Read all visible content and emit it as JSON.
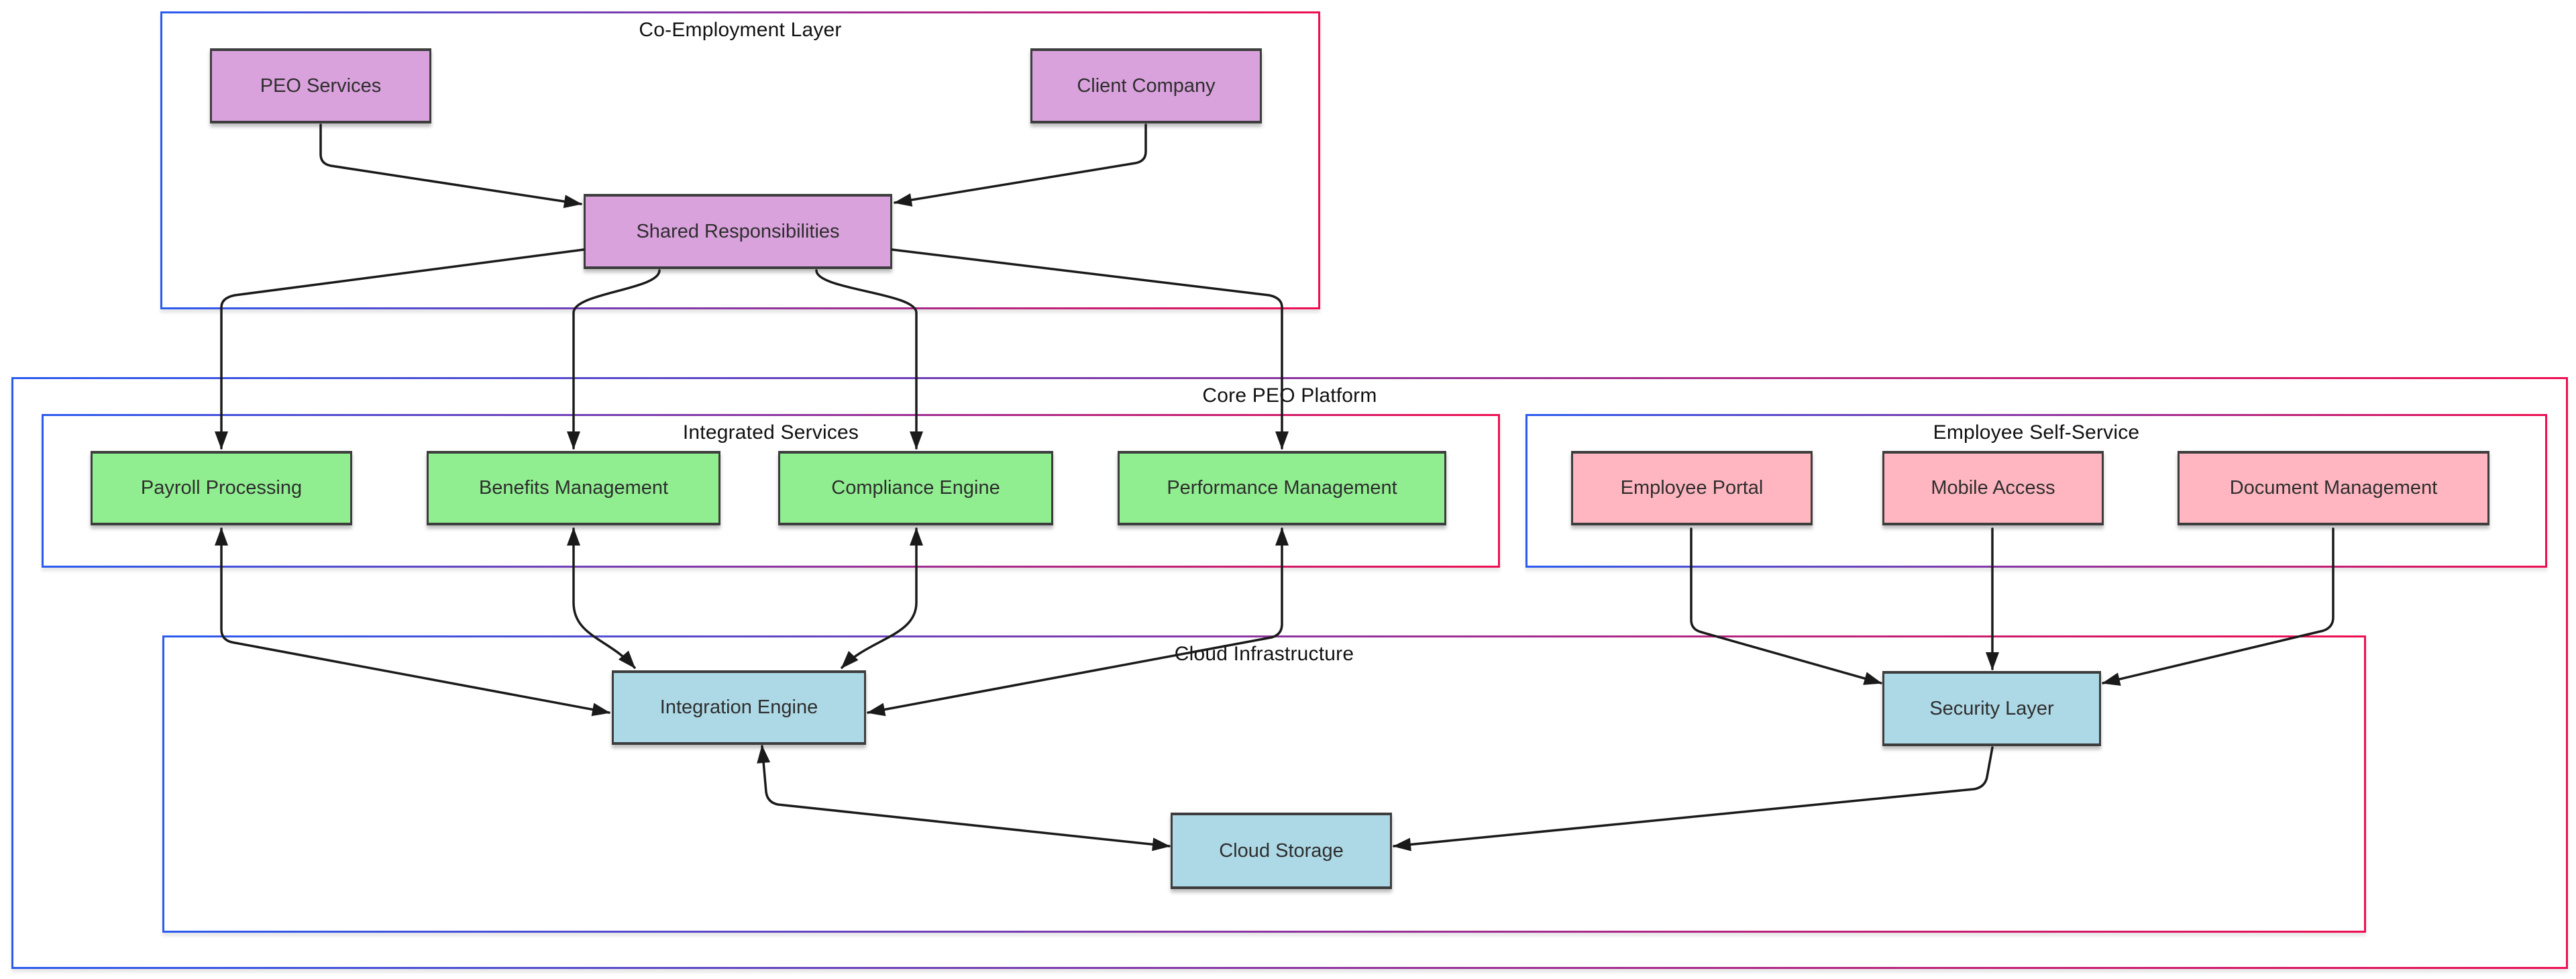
{
  "diagram_title": "PEO platform architecture flowchart",
  "colors": {
    "background": "#ffffff",
    "cluster_gradient_left": "#2a5bf0",
    "cluster_gradient_right": "#ee0e52",
    "cluster_label_text": "#111111",
    "node_border": "#3d3d3d",
    "node_text": "#2e2e2e",
    "edge_stroke": "#1a1a1a",
    "purple_fill": "#d9a2dc",
    "green_fill": "#90ee90",
    "pink_fill": "#ffb6c1",
    "blue_fill": "#add8e6"
  },
  "containers": {
    "co_employment": {
      "label": "Co-Employment Layer"
    },
    "core_peo_platform": {
      "label": "Core PEO Platform"
    },
    "integrated_services": {
      "label": "Integrated Services"
    },
    "employee_self_service": {
      "label": "Employee Self-Service"
    },
    "cloud_infrastructure": {
      "label": "Cloud Infrastructure"
    }
  },
  "nodes": {
    "peo_services": {
      "label": "PEO Services",
      "fill": "#d9a2dc"
    },
    "client_company": {
      "label": "Client Company",
      "fill": "#d9a2dc"
    },
    "shared_responsibilities": {
      "label": "Shared Responsibilities",
      "fill": "#d9a2dc"
    },
    "payroll_processing": {
      "label": "Payroll Processing",
      "fill": "#90ee90"
    },
    "benefits_management": {
      "label": "Benefits Management",
      "fill": "#90ee90"
    },
    "compliance_engine": {
      "label": "Compliance Engine",
      "fill": "#90ee90"
    },
    "performance_management": {
      "label": "Performance Management",
      "fill": "#90ee90"
    },
    "employee_portal": {
      "label": "Employee Portal",
      "fill": "#ffb6c1"
    },
    "mobile_access": {
      "label": "Mobile Access",
      "fill": "#ffb6c1"
    },
    "document_management": {
      "label": "Document Management",
      "fill": "#ffb6c1"
    },
    "integration_engine": {
      "label": "Integration Engine",
      "fill": "#add8e6"
    },
    "security_layer": {
      "label": "Security Layer",
      "fill": "#add8e6"
    },
    "cloud_storage": {
      "label": "Cloud Storage",
      "fill": "#add8e6"
    }
  },
  "edges": [
    {
      "from": "PEO Services",
      "to": "Shared Responsibilities",
      "arrows": "forward"
    },
    {
      "from": "Client Company",
      "to": "Shared Responsibilities",
      "arrows": "forward"
    },
    {
      "from": "Shared Responsibilities",
      "to": "Payroll Processing",
      "arrows": "forward"
    },
    {
      "from": "Shared Responsibilities",
      "to": "Benefits Management",
      "arrows": "forward"
    },
    {
      "from": "Shared Responsibilities",
      "to": "Compliance Engine",
      "arrows": "forward"
    },
    {
      "from": "Shared Responsibilities",
      "to": "Performance Management",
      "arrows": "forward"
    },
    {
      "from": "Payroll Processing",
      "to": "Integration Engine",
      "arrows": "both"
    },
    {
      "from": "Benefits Management",
      "to": "Integration Engine",
      "arrows": "both"
    },
    {
      "from": "Compliance Engine",
      "to": "Integration Engine",
      "arrows": "both"
    },
    {
      "from": "Performance Management",
      "to": "Integration Engine",
      "arrows": "both"
    },
    {
      "from": "Employee Portal",
      "to": "Security Layer",
      "arrows": "forward"
    },
    {
      "from": "Mobile Access",
      "to": "Security Layer",
      "arrows": "forward"
    },
    {
      "from": "Document Management",
      "to": "Security Layer",
      "arrows": "forward"
    },
    {
      "from": "Integration Engine",
      "to": "Cloud Storage",
      "arrows": "both"
    },
    {
      "from": "Security Layer",
      "to": "Cloud Storage",
      "arrows": "forward"
    }
  ]
}
